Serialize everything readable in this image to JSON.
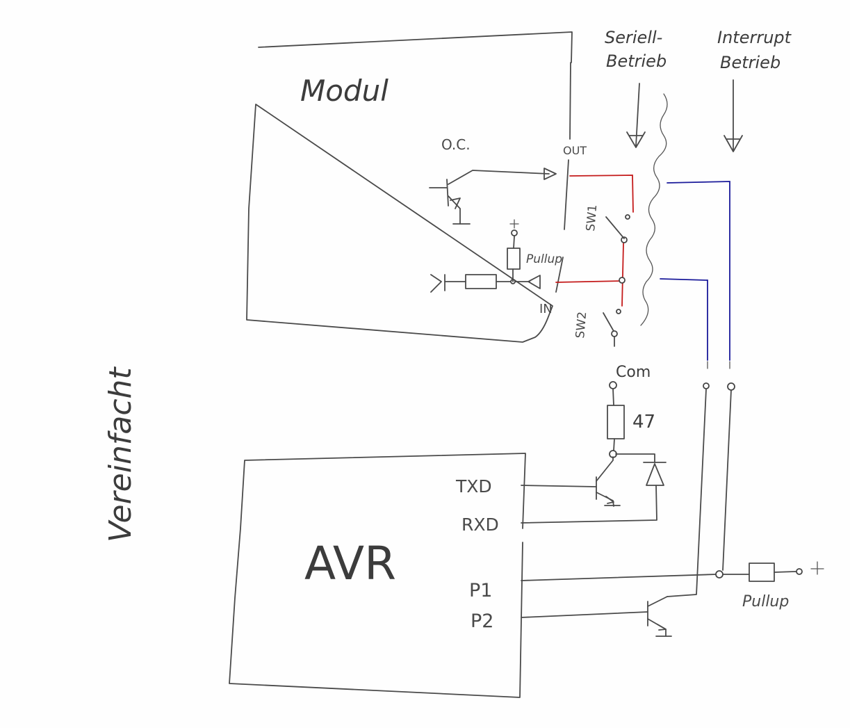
{
  "module": {
    "title": "Modul",
    "oc_label": "O.C.",
    "out_label": "OUT",
    "in_label": "IN",
    "pullup_label": "Pullup",
    "plus_label": "+"
  },
  "modes": {
    "serial": {
      "line1": "Seriell-",
      "line2": "Betrieb"
    },
    "interrupt": {
      "line1": "Interrupt",
      "line2": "Betrieb"
    }
  },
  "switches": {
    "sw1": "SW1",
    "sw2": "SW2"
  },
  "com": {
    "label": "Com",
    "resistor_value": "47"
  },
  "avr": {
    "title": "AVR",
    "pins": {
      "txd": "TXD",
      "rxd": "RXD",
      "p1": "P1",
      "p2": "P2"
    },
    "pullup_label": "Pullup",
    "plus_label": "+"
  },
  "side_note": "Vereinfacht",
  "colors": {
    "pencil": "#4a4a4a",
    "serial_wire": "#c41a1a",
    "interrupt_wire": "#1a1a9a"
  }
}
